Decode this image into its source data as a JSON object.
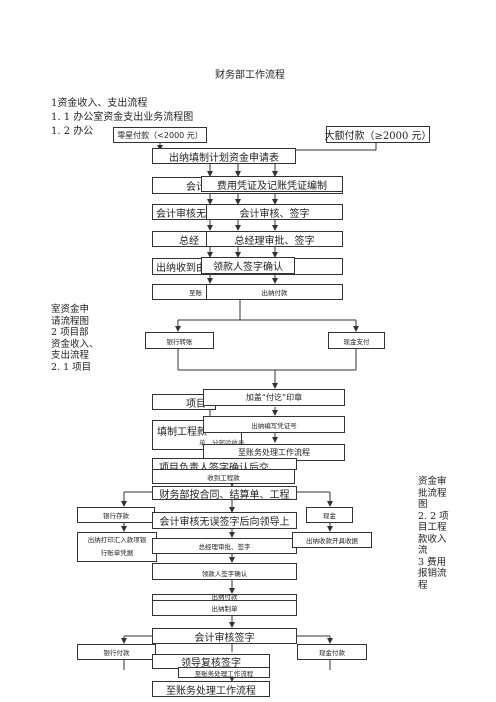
{
  "title": "财务部工作流程",
  "section1": "1资金收入、支出流程",
  "section1_1": "1. 1  办公室资金支出业务流程图",
  "section1_2": "1. 2  办公",
  "side_left": [
    "室资金申",
    "请流程图",
    "2  项目部",
    "资金收入、",
    "支出流程",
    "2. 1  项目"
  ],
  "side_right": [
    "资金审",
    "批流程",
    "图",
    "2. 2  项",
    "目工程",
    "款收入",
    "流",
    "3  费用",
    "报销流",
    "程"
  ],
  "flow1": {
    "small_pay": "零星付款（<2000 元）",
    "large_pay": "大额付款（≥2000 元）",
    "apply": "出纳填制计划资金申请表",
    "voucher": "费用凭证及记账凭证编制",
    "voucher_behind": "会计",
    "audit": "会计审核、签字",
    "audit_behind": "会计审核无",
    "gm": "总经理审批、签字",
    "gm_behind": "总经",
    "receiver": "领款人签字确认",
    "receiver_behind": "出纳收到由",
    "pay": "出纳付款",
    "pay_behind": "至账",
    "bank": "银行转账",
    "cash": "现金支付"
  },
  "flow2": {
    "stamp": "加盖“付讫”印章",
    "stamp_behind": "项目",
    "voucher_no": "出纳编写凭证号",
    "fill_behind": "填制工程款",
    "fill_sub": "单、分部验收表",
    "ledger": "至账务处理工作流程",
    "pm_behind": "项目负责人签字确认后交",
    "receive": "收到工程款",
    "finance": "财务部按合同、结算单、工程",
    "bank_deposit": "银行存款",
    "audit_lead": "会计审核无误签字后向领导上",
    "cash": "现金",
    "print_slip": [
      "出纳打印汇入款项银",
      "行账单凭据"
    ],
    "gm": "总经理审批、签字",
    "cash_receipt": "出纳收款开具收据",
    "receiver": "领款人签字确认",
    "pay_behind": "出纳付款"
  },
  "flow3": {
    "make": "出纳制单",
    "audit": "会计审核签字",
    "bank_pay": "银行付款",
    "cash_pay": "现金付款",
    "leader": "领导复核签字",
    "ledger_small": "至账务处理工作流程",
    "ledger_big": "至账务处理工作流程"
  }
}
